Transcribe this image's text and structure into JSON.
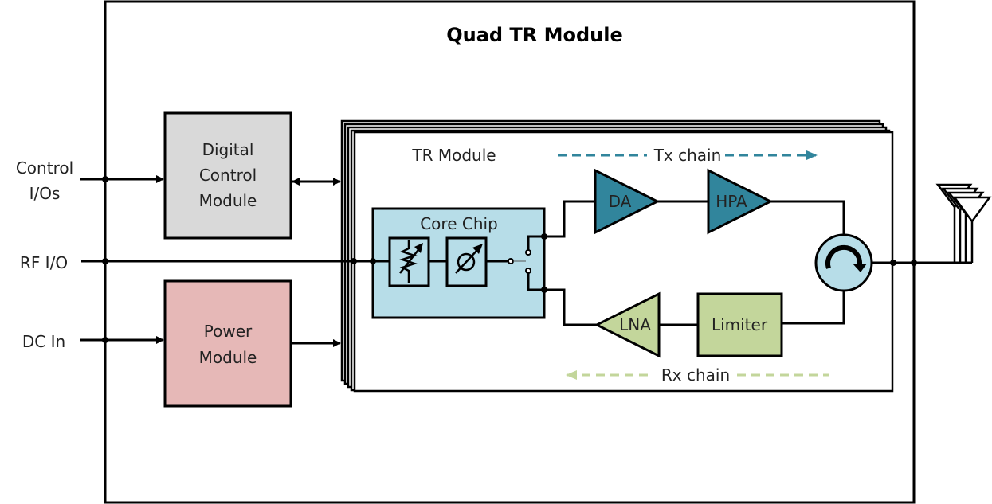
{
  "title": "Quad TR Module",
  "inputs": [
    {
      "label_line1": "Control",
      "label_line2": "I/Os"
    },
    {
      "label_line1": "RF I/O"
    },
    {
      "label_line1": "DC In"
    }
  ],
  "blocks": {
    "digital_control": {
      "line1": "Digital",
      "line2": "Control",
      "line3": "Module",
      "color": "#d9d9d9"
    },
    "power": {
      "line1": "Power",
      "line2": "Module",
      "color": "#e6b8b7"
    },
    "tr_module": {
      "label": "TR Module"
    },
    "core_chip": {
      "label": "Core Chip",
      "color": "#b7dde8"
    },
    "da": {
      "label": "DA",
      "color": "#31859c"
    },
    "hpa": {
      "label": "HPA",
      "color": "#31859c"
    },
    "lna": {
      "label": "LNA",
      "color": "#c3d69b"
    },
    "limiter": {
      "label": "Limiter",
      "color": "#c3d69b"
    },
    "circulator": {
      "color": "#b7dde8"
    }
  },
  "chains": {
    "tx": {
      "label": "Tx chain",
      "color": "#31859c"
    },
    "rx": {
      "label": "Rx chain",
      "color": "#c3d69b"
    }
  },
  "icons": {
    "attenuator": "variable-attenuator-icon",
    "phase_shifter": "phase-shifter-icon",
    "switch": "tr-switch-icon",
    "circulator": "circulator-icon",
    "antenna": "antenna-array-icon"
  }
}
